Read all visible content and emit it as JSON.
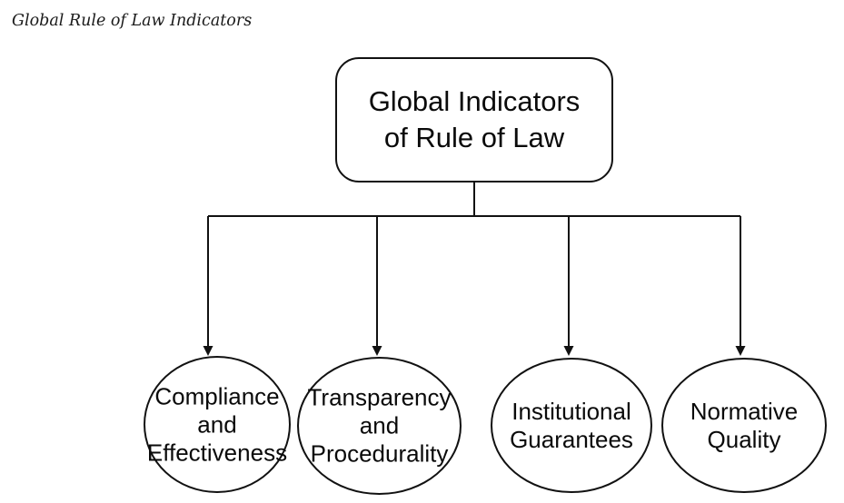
{
  "page": {
    "caption": "Global Rule of Law Indicators",
    "background": "#ffffff"
  },
  "diagram": {
    "type": "hierarchy",
    "root": {
      "label": "Global Indicators of Rule of Law"
    },
    "children": [
      {
        "label": "Compliance and Effectiveness"
      },
      {
        "label": "Transparency and Procedurality"
      },
      {
        "label": "Institutional Guarantees"
      },
      {
        "label": "Normative Quality"
      }
    ],
    "colors": {
      "line": "#111111",
      "node_border": "#111111",
      "text": "#0a0a0a",
      "fill": "#ffffff"
    }
  }
}
